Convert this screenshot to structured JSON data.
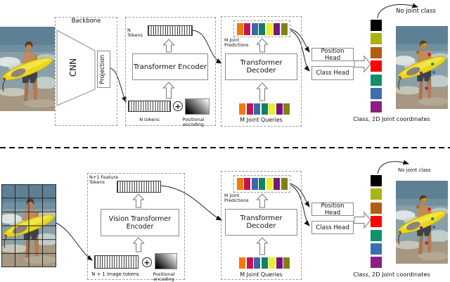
{
  "diagram": {
    "top": {
      "backbone": "Backbone",
      "cnn": "CNN",
      "projection": "Projection",
      "tokens_top": "N Tokens",
      "encoder": "Transformer Encoder",
      "tokens_bottom": "N tokens",
      "pos_enc": "Positional encoding",
      "predictions": "M Joint Predictions",
      "decoder": "Transformer Decoder",
      "queries": "M Joint Queries",
      "position_head": "Position Head",
      "class_head": "Class Head",
      "no_joint_class": "No joint class",
      "caption": "Class, 2D Joint coordinates"
    },
    "bottom": {
      "feature_tokens": "N+1 Feature Tokens",
      "encoder": "Vision Transformer Encoder",
      "image_tokens": "N + 1 image tokens",
      "pos_enc": "Positional encoding",
      "predictions": "M Joint Predictions",
      "decoder": "Transformer Decoder",
      "queries": "M Joint Queries",
      "position_head": "Position Head",
      "class_head": "Class Head",
      "no_joint_class": "No joint class",
      "caption": "Class, 2D Joint coordinates"
    },
    "icons": {
      "plus": "+"
    },
    "colors": {
      "joint_palette": [
        "#f57905",
        "#c11455",
        "#3a68a5",
        "#0f8165",
        "#ebee28",
        "#791380",
        "#83800f"
      ],
      "output_palette": [
        "#000000",
        "#a9b411",
        "#b25d11",
        "#fb0505",
        "#11906b",
        "#3a6fad",
        "#8c1f83"
      ]
    }
  }
}
